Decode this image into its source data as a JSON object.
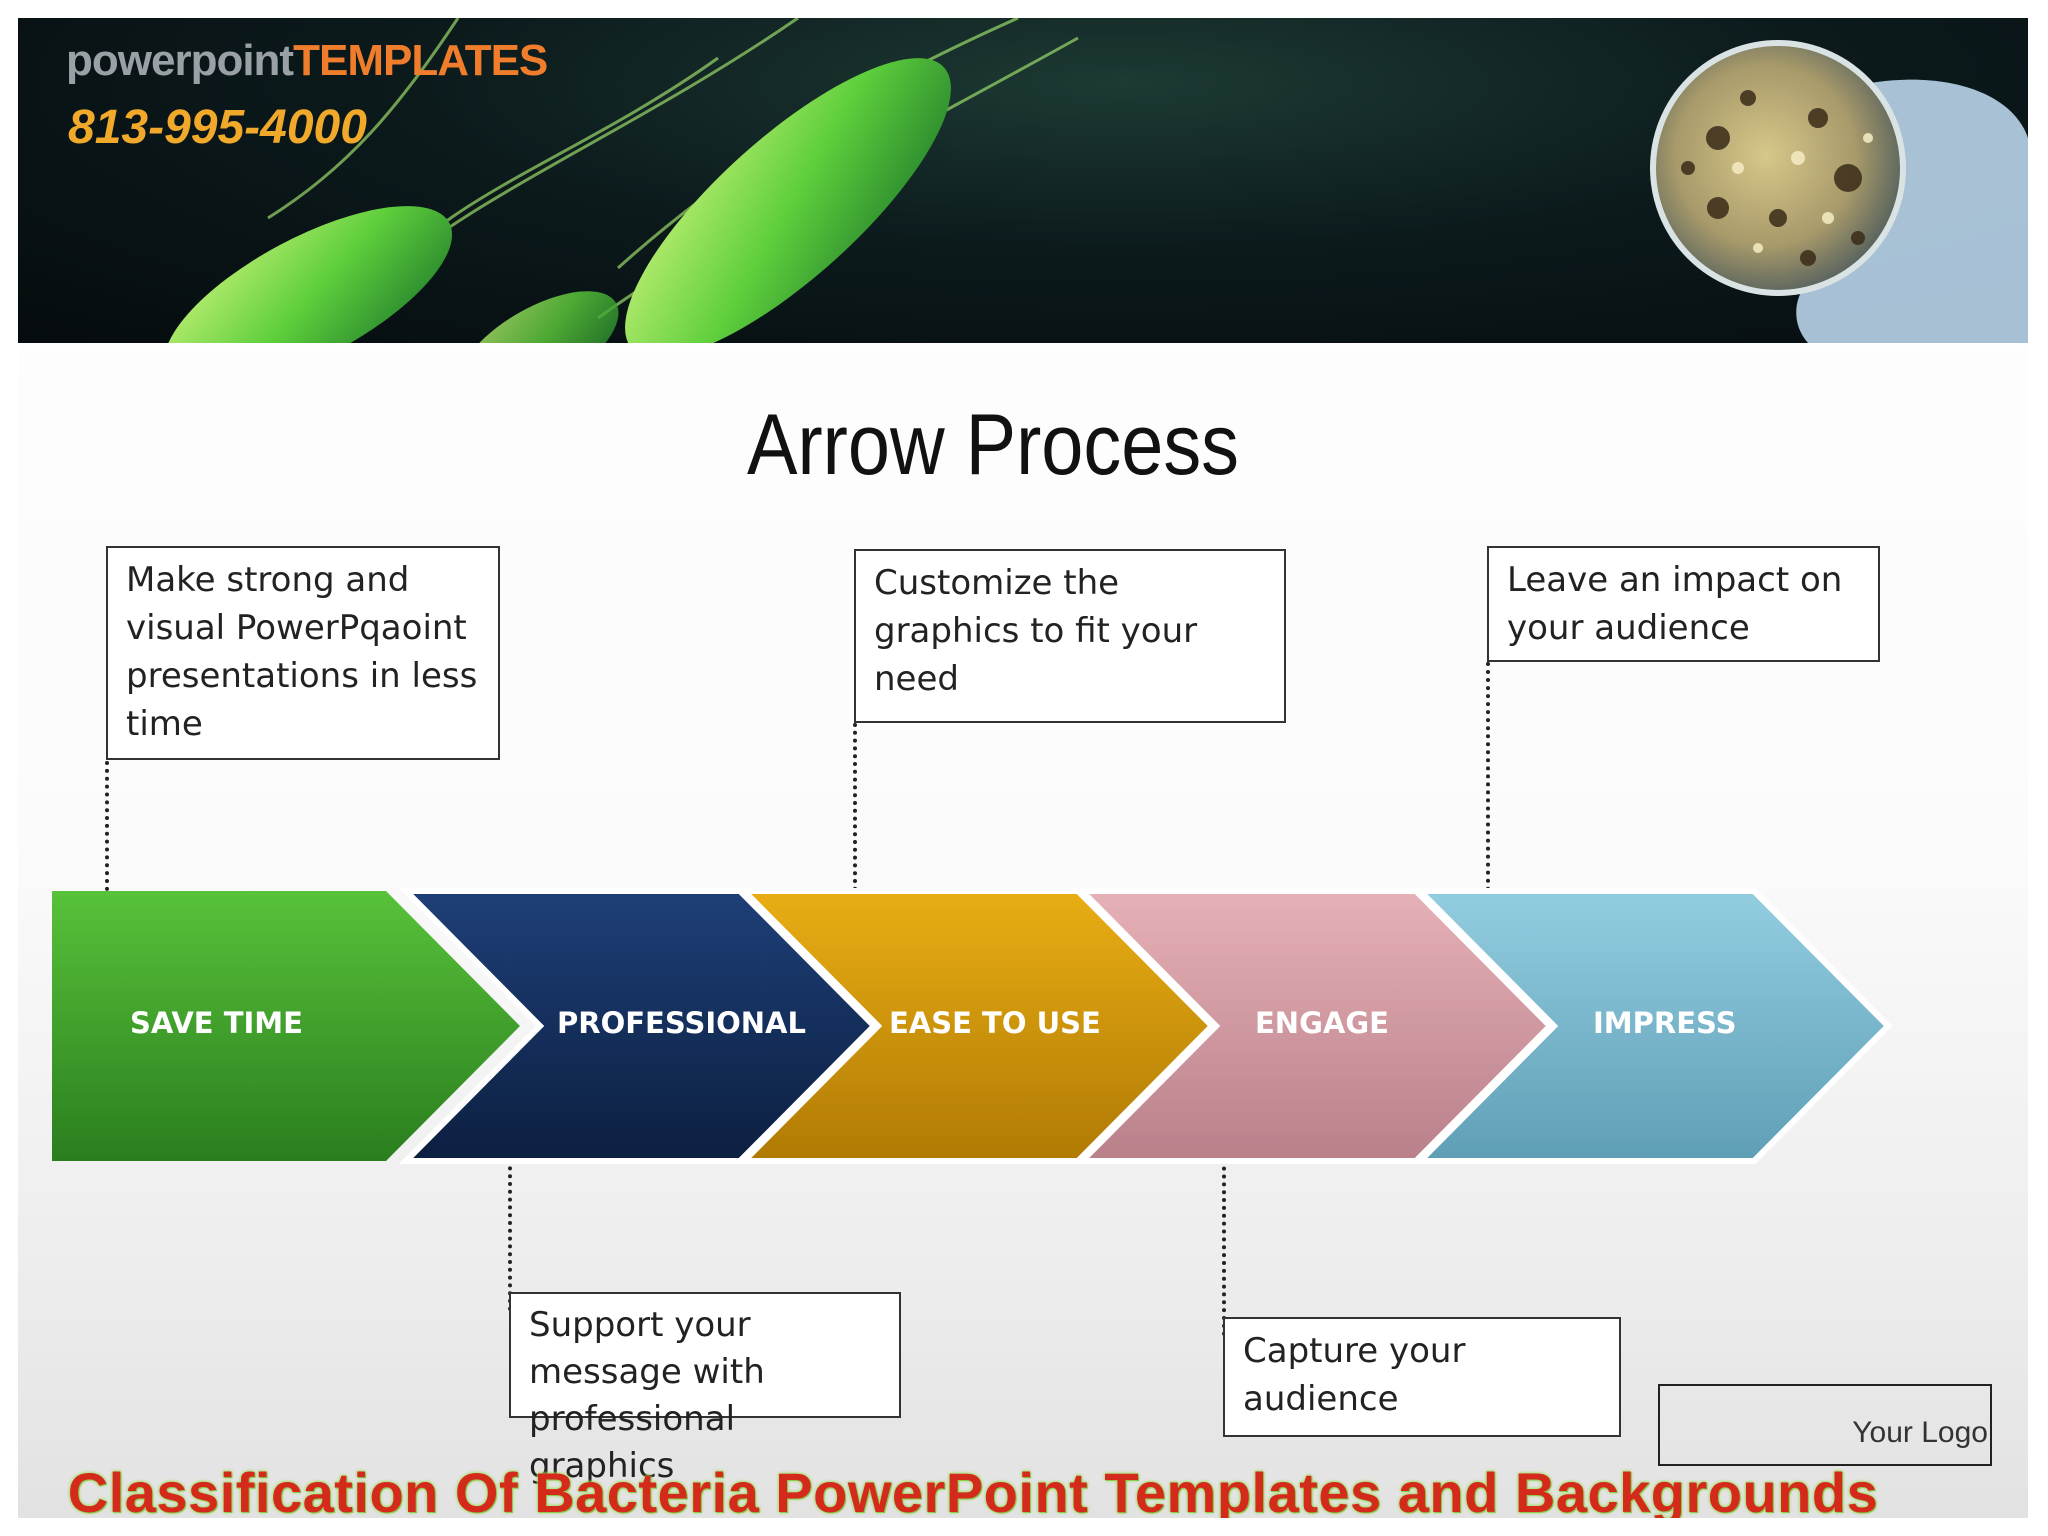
{
  "header": {
    "brand_part1": "powerpoint",
    "brand_part2": "templates",
    "phone": "813-995-4000"
  },
  "slide": {
    "title": "Arrow Process",
    "steps": [
      {
        "label": "SAVE TIME",
        "color": "#3d9e2a",
        "note": "Make strong and visual PowerPqaoint presentations in less time"
      },
      {
        "label": "PROFESSIONAL",
        "color": "#122b55",
        "note": "Support your message with professional graphics"
      },
      {
        "label": "EASE TO USE",
        "color": "#d59a08",
        "note": "Customize the graphics to fit your need"
      },
      {
        "label": "ENGAGE",
        "color": "#d59aa3",
        "note": "Capture your audience"
      },
      {
        "label": "IMPRESS",
        "color": "#7dbdd2",
        "note": "Leave an impact on your audience"
      }
    ],
    "logo_text": "Your Logo",
    "footer": "Classification Of Bacteria PowerPoint Templates and Backgrounds"
  }
}
